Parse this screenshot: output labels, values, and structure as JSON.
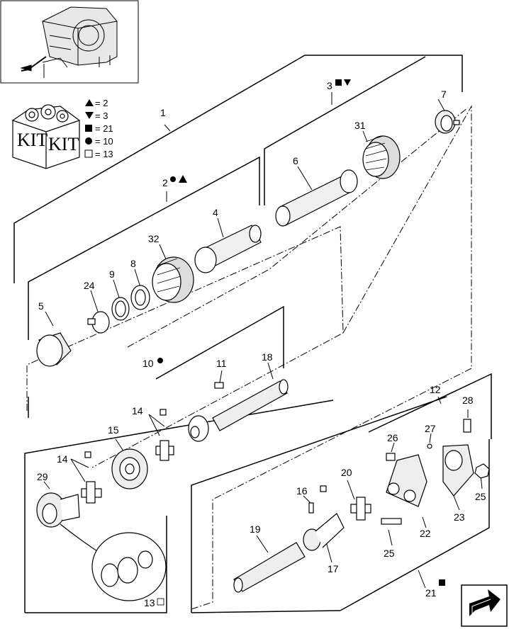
{
  "legend": [
    {
      "symbol": "triangle-up",
      "text": "= 2"
    },
    {
      "symbol": "triangle-down",
      "text": "= 3"
    },
    {
      "symbol": "square-filled",
      "text": "= 21"
    },
    {
      "symbol": "circle-filled",
      "text": "= 10"
    },
    {
      "symbol": "square-outline",
      "text": "= 13"
    }
  ],
  "kit_label_left": "KIT",
  "kit_label_right": "KIT",
  "callouts": {
    "c1": "1",
    "c2": "2",
    "c3": "3",
    "c4": "4",
    "c5": "5",
    "c6": "6",
    "c7": "7",
    "c8": "8",
    "c9": "9",
    "c10": "10",
    "c11": "11",
    "c12": "12",
    "c13": "13",
    "c14a": "14",
    "c14b": "14",
    "c15": "15",
    "c16": "16",
    "c17": "17",
    "c18": "18",
    "c19": "19",
    "c20": "20",
    "c21": "21",
    "c22": "22",
    "c23": "23",
    "c24": "24",
    "c25a": "25",
    "c25b": "25",
    "c26": "26",
    "c27": "27",
    "c28": "28",
    "c29": "29",
    "c31": "31",
    "c32": "32"
  },
  "colors": {
    "line": "#000000",
    "background": "#ffffff"
  },
  "icons": [
    "machine-overview-icon",
    "kit-box-icon",
    "next-page-arrow-icon"
  ]
}
